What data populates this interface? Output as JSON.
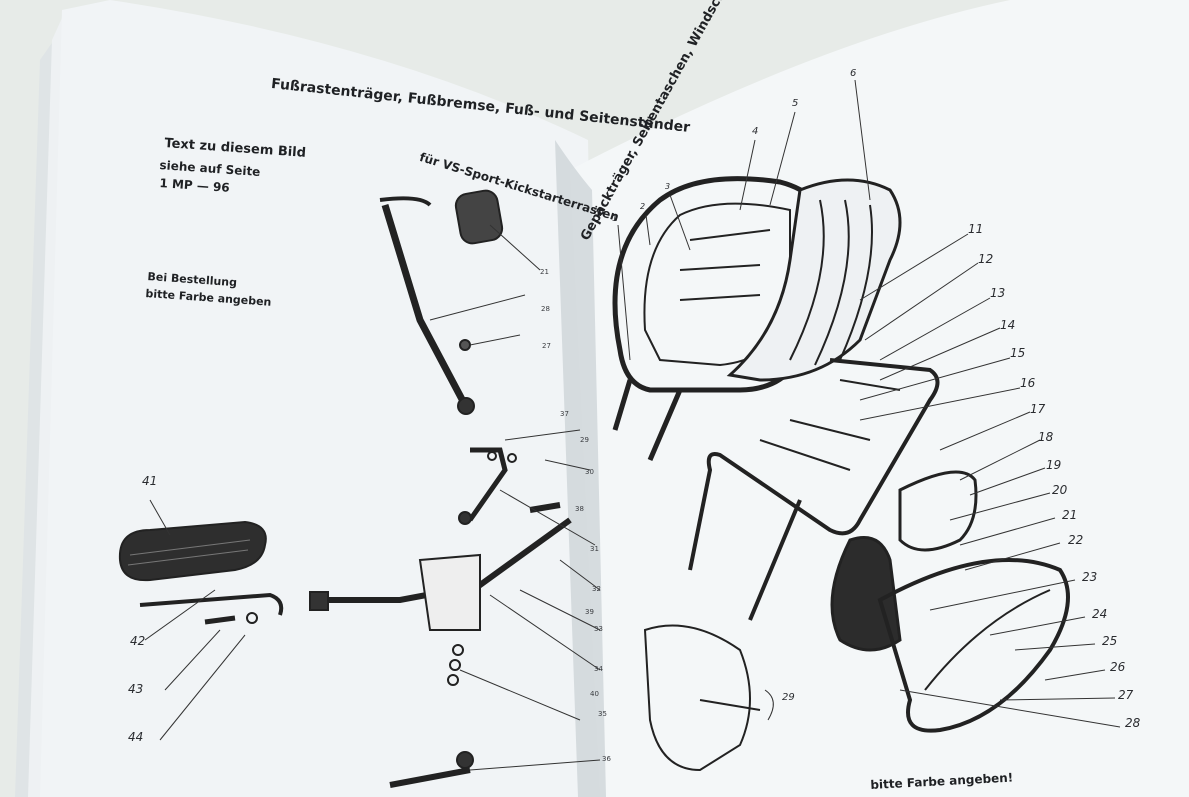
{
  "left_page": {
    "heading_line1": "Fußrastenträger, Fußbremse, Fuß- und Seitenständer",
    "heading_line2": "für VS-Sport-Kickstarterrasten",
    "text_ref_line1": "Text zu diesem Bild",
    "text_ref_line2": "siehe auf Seite",
    "text_ref_line3": "1 MP — 96",
    "order_note_line1": "Bei Bestellung",
    "order_note_line2": "bitte Farbe angeben",
    "part_labels": [
      "41",
      "42",
      "43",
      "44"
    ],
    "small_labels": [
      "21",
      "28",
      "27",
      "29",
      "30",
      "31",
      "32",
      "33",
      "34",
      "35",
      "36",
      "37",
      "38",
      "39",
      "40"
    ]
  },
  "right_page": {
    "heading": "Gepäckträger, Seitentaschen, Windschild",
    "part_labels": [
      "1",
      "2",
      "3",
      "4",
      "5",
      "6",
      "11",
      "12",
      "13",
      "14",
      "15",
      "16",
      "17",
      "18",
      "19",
      "20",
      "21",
      "22",
      "23",
      "24",
      "25",
      "26",
      "27",
      "28",
      "29"
    ],
    "footer_note": "bitte Farbe angeben!"
  }
}
